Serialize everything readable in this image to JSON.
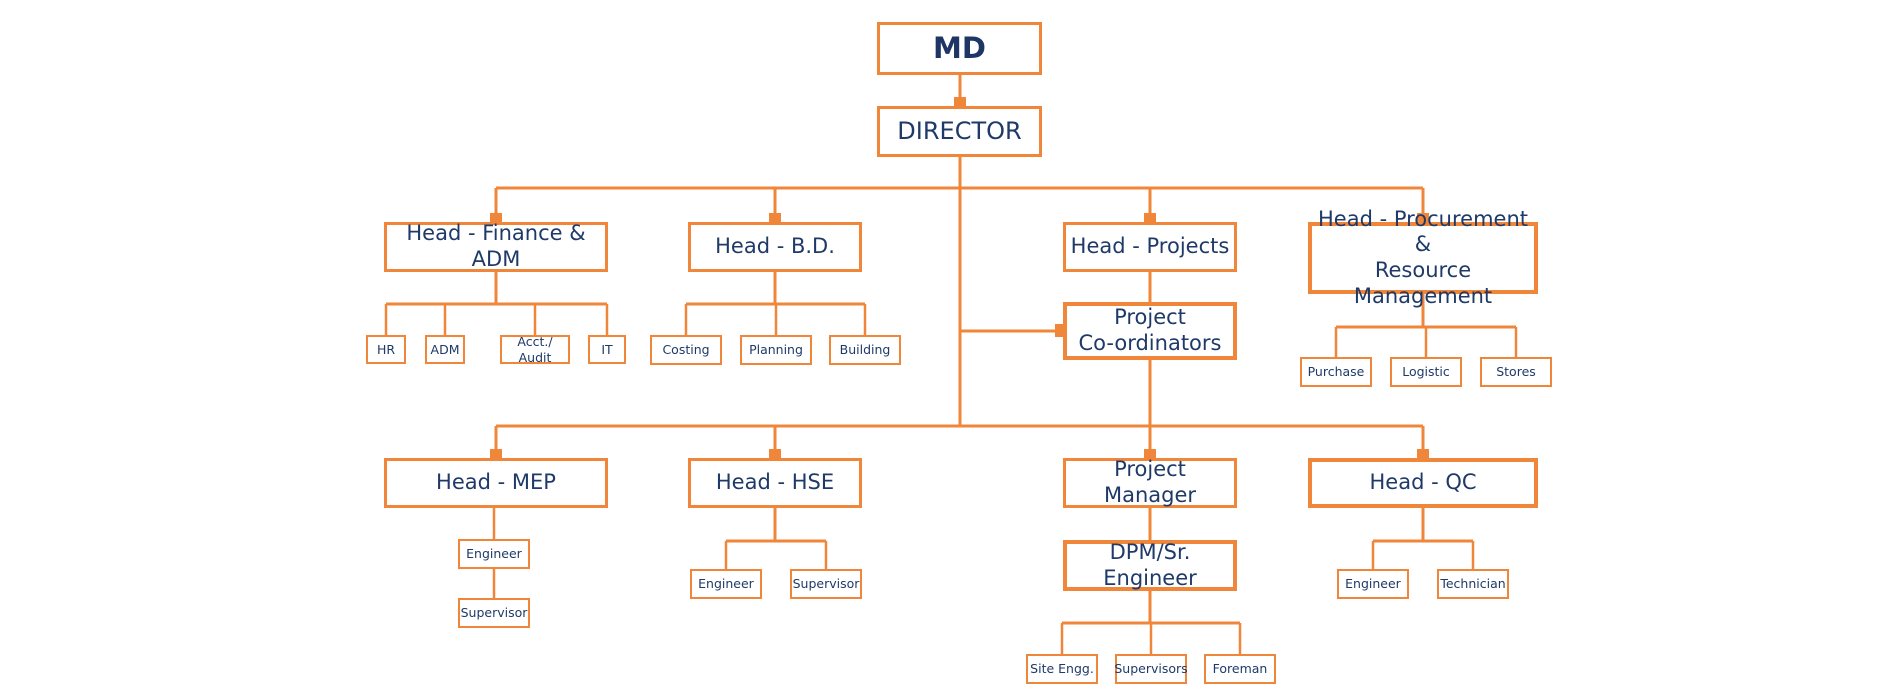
{
  "colors": {
    "line": "#f0863a",
    "text": "#1f3a68"
  },
  "md": "MD",
  "director": "DIRECTOR",
  "finance": {
    "head": "Head - Finance & ADM",
    "items": [
      "HR",
      "ADM",
      "Acct./ Audit",
      "IT"
    ]
  },
  "bd": {
    "head": "Head - B.D.",
    "items": [
      "Costing",
      "Planning",
      "Building"
    ]
  },
  "projects": {
    "head": "Head - Projects",
    "coordinators": {
      "line1": "Project",
      "line2": "Co-ordinators"
    }
  },
  "procurement": {
    "head": {
      "line1": "Head - Procurement &",
      "line2": "Resource Management"
    },
    "items": [
      "Purchase",
      "Logistic",
      "Stores"
    ]
  },
  "mep": {
    "head": "Head - MEP",
    "items": [
      "Engineer",
      "Supervisor"
    ]
  },
  "hse": {
    "head": "Head - HSE",
    "items": [
      "Engineer",
      "Supervisor"
    ]
  },
  "pm": {
    "head": "Project Manager",
    "dpm": "DPM/Sr. Engineer",
    "items": [
      "Site Engg.",
      "Supervisors",
      "Foreman"
    ]
  },
  "qc": {
    "head": "Head - QC",
    "items": [
      "Engineer",
      "Technician"
    ]
  }
}
